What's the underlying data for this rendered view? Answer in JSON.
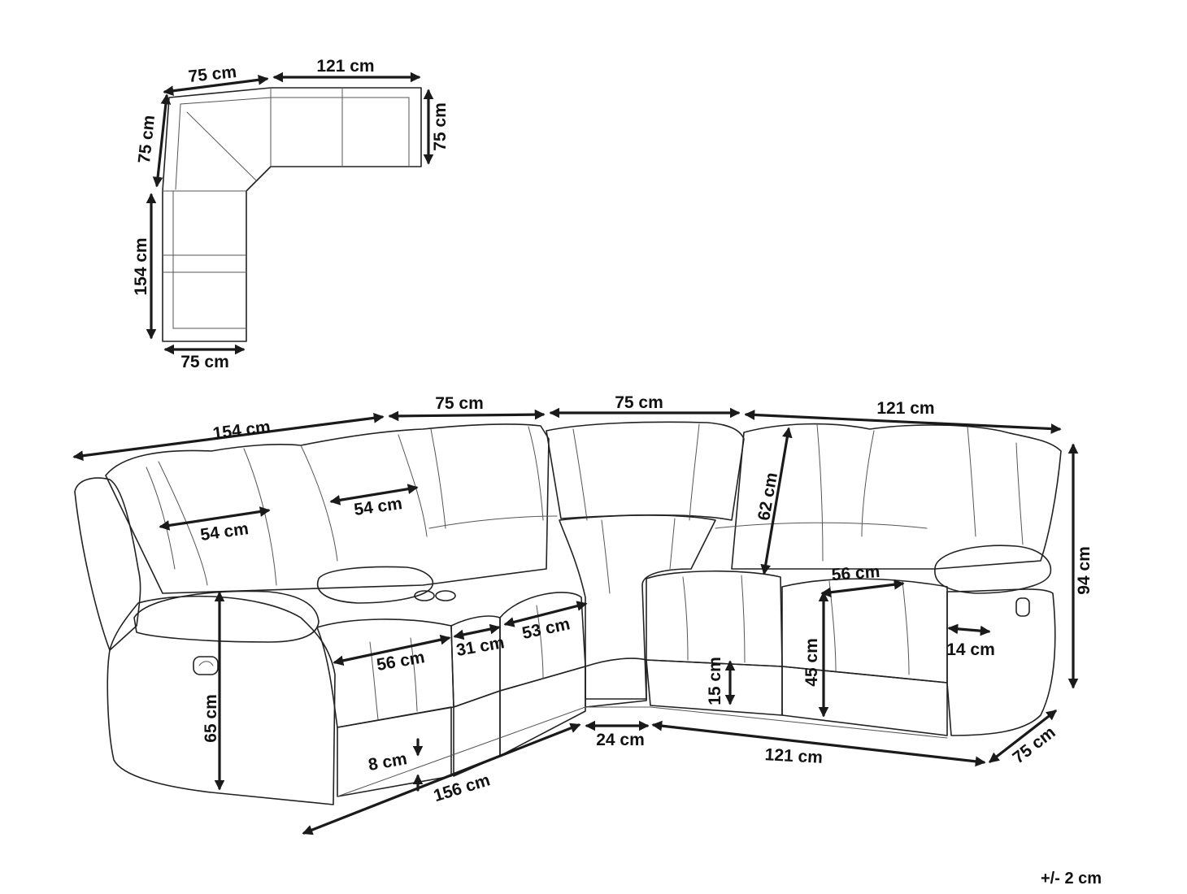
{
  "top_view": {
    "dims": {
      "corner_width": "75 cm",
      "right_length": "121 cm",
      "right_depth": "75 cm",
      "corner_depth": "75 cm",
      "left_length": "154 cm",
      "left_depth": "75 cm"
    }
  },
  "front_view": {
    "dims": {
      "left_section": "154 cm",
      "mid_section_a": "75 cm",
      "mid_section_b": "75 cm",
      "right_section": "121 cm",
      "total_height": "94 cm",
      "back_height": "62 cm",
      "left_seat_width": "54 cm",
      "second_seat_width": "54 cm",
      "right_seat_width": "56 cm",
      "left_seat_depth": "56 cm",
      "console_width": "31 cm",
      "third_seat_width": "53 cm",
      "armrest_width": "14 cm",
      "arm_height": "65 cm",
      "seat_height": "45 cm",
      "leg_height": "15 cm",
      "ground_clearance": "8 cm",
      "corner_base": "24 cm",
      "front_left_length": "156 cm",
      "front_right_length": "121 cm",
      "right_depth": "75 cm"
    }
  },
  "tolerance": "+/- 2 cm"
}
